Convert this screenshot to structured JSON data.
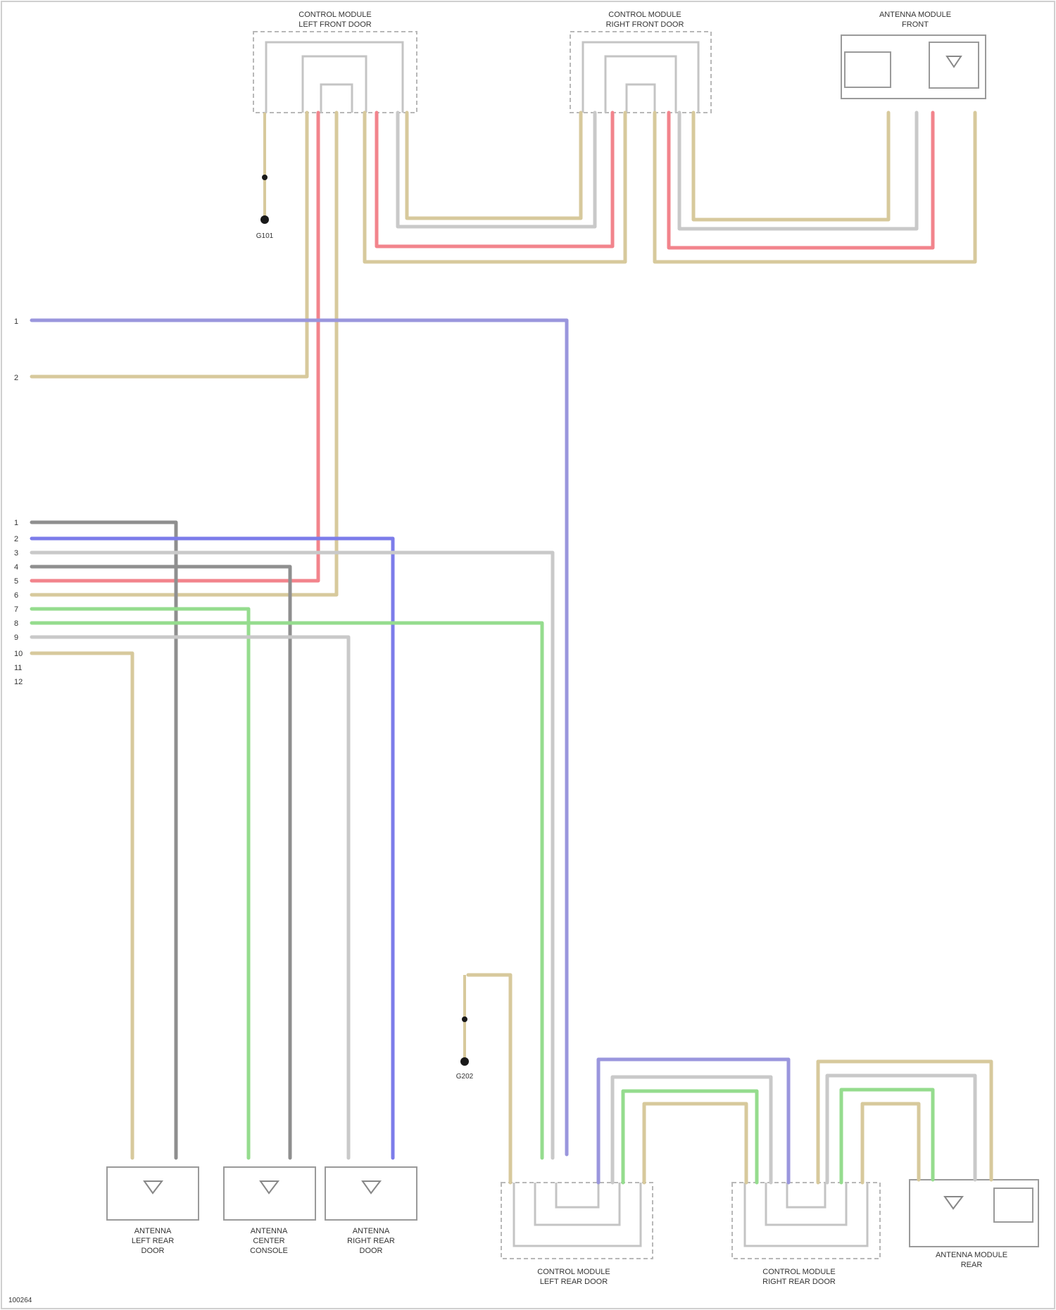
{
  "colors": {
    "tan": "#d7c99c",
    "red": "#f2848c",
    "blue": "#7c7cea",
    "purple": "#9a96dd",
    "green": "#95dc8e",
    "gray": "#8f8f8f",
    "light_gray": "#c9c9c9",
    "ground": "#1a1a1a",
    "frame": "#9a9a9a"
  },
  "components": {
    "door_lf": {
      "line1": "CONTROL MODULE",
      "line2": "LEFT FRONT DOOR"
    },
    "door_rf": {
      "line1": "CONTROL MODULE",
      "line2": "RIGHT FRONT DOOR"
    },
    "ant_top": {
      "line1": "ANTENNA MODULE",
      "line2": "FRONT"
    },
    "ant_lr": {
      "line1": "ANTENNA",
      "line2": "LEFT REAR",
      "line3": "DOOR"
    },
    "ant_mid": {
      "line1": "ANTENNA",
      "line2": "CENTER",
      "line3": "CONSOLE"
    },
    "ant_rr": {
      "line1": "ANTENNA",
      "line2": "RIGHT REAR",
      "line3": "DOOR"
    },
    "door_lr": {
      "line1": "CONTROL MODULE",
      "line2": "LEFT REAR DOOR"
    },
    "door_rr": {
      "line1": "CONTROL MODULE",
      "line2": "RIGHT REAR DOOR"
    },
    "ant_rear": {
      "line1": "ANTENNA MODULE",
      "line2": "REAR"
    }
  },
  "grounds": {
    "g1": {
      "label": "G101"
    },
    "g2": {
      "label": "G202"
    }
  },
  "harness_labels": [
    "1",
    "2",
    "3",
    "4",
    "5",
    "6",
    "7",
    "8",
    "9",
    "10",
    "11",
    "12"
  ],
  "side_labels": {
    "s1": "1",
    "s2": "2"
  },
  "footer": "100264"
}
